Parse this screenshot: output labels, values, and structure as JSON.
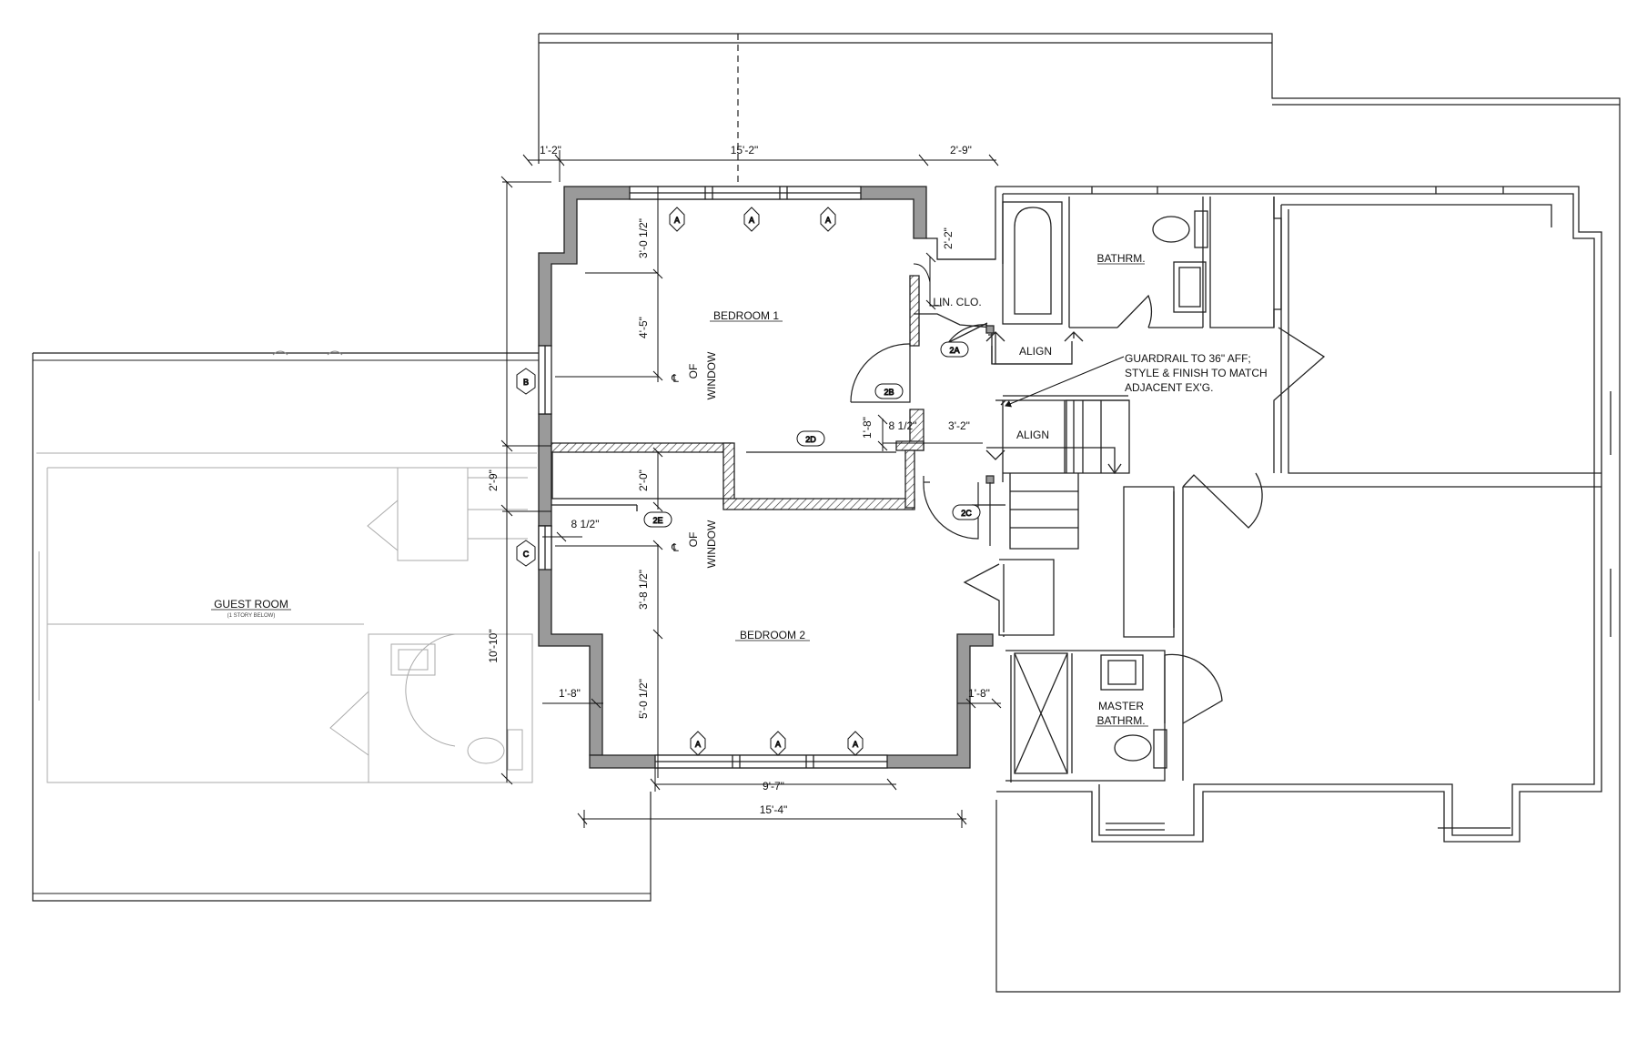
{
  "rooms": {
    "bedroom1": "BEDROOM 1",
    "bedroom2": "BEDROOM 2",
    "guest_room": "GUEST ROOM",
    "guest_room_note": "(1 STORY BELOW)",
    "bathroom": "BATHRM.",
    "linen_closet": "LIN. CLO.",
    "master_bath_line1": "MASTER",
    "master_bath_line2": "BATHRM."
  },
  "notes": {
    "align_upper": "ALIGN",
    "align_lower": "ALIGN",
    "guardrail_line1": "GUARDRAIL TO 36\" AFF;",
    "guardrail_line2": "STYLE & FINISH TO MATCH",
    "guardrail_line3": "ADJACENT  EX'G."
  },
  "centerline_labels": {
    "upper_of": "OF",
    "upper_window": "WINDOW",
    "lower_of": "OF",
    "lower_window": "WINDOW"
  },
  "dimensions": {
    "top_left": "1'-2\"",
    "top_overall": "15'-2\"",
    "top_right": "2'-9\"",
    "linen_depth": "2'-2\"",
    "bed1_window_sill": "3'-0 1/2\"",
    "bed1_window_to_cl": "4'-5\"",
    "hall_left": "2'-9\"",
    "hall_width": "2'-0\"",
    "hall_jog": "8 1/2\"",
    "closet_small": "1'-8\"",
    "wall_thickness": "8 1/2\"",
    "stair_offset": "3'-2\"",
    "bed2_cl_to_wall": "3'-8 1/2\"",
    "bed2_wall_to_window": "5'-0 1/2\"",
    "bed2_left_jog": "1'-8\"",
    "bed2_right_jog": "1'-8\"",
    "left_overall": "10'-10\"",
    "bottom_window": "9'-7\"",
    "bottom_overall": "15'-4\""
  },
  "tags": {
    "window_a": "A",
    "window_b": "B",
    "window_c": "C",
    "door_2a": "2A",
    "door_2b": "2B",
    "door_2c": "2C",
    "door_2d": "2D",
    "door_2e": "2E"
  }
}
